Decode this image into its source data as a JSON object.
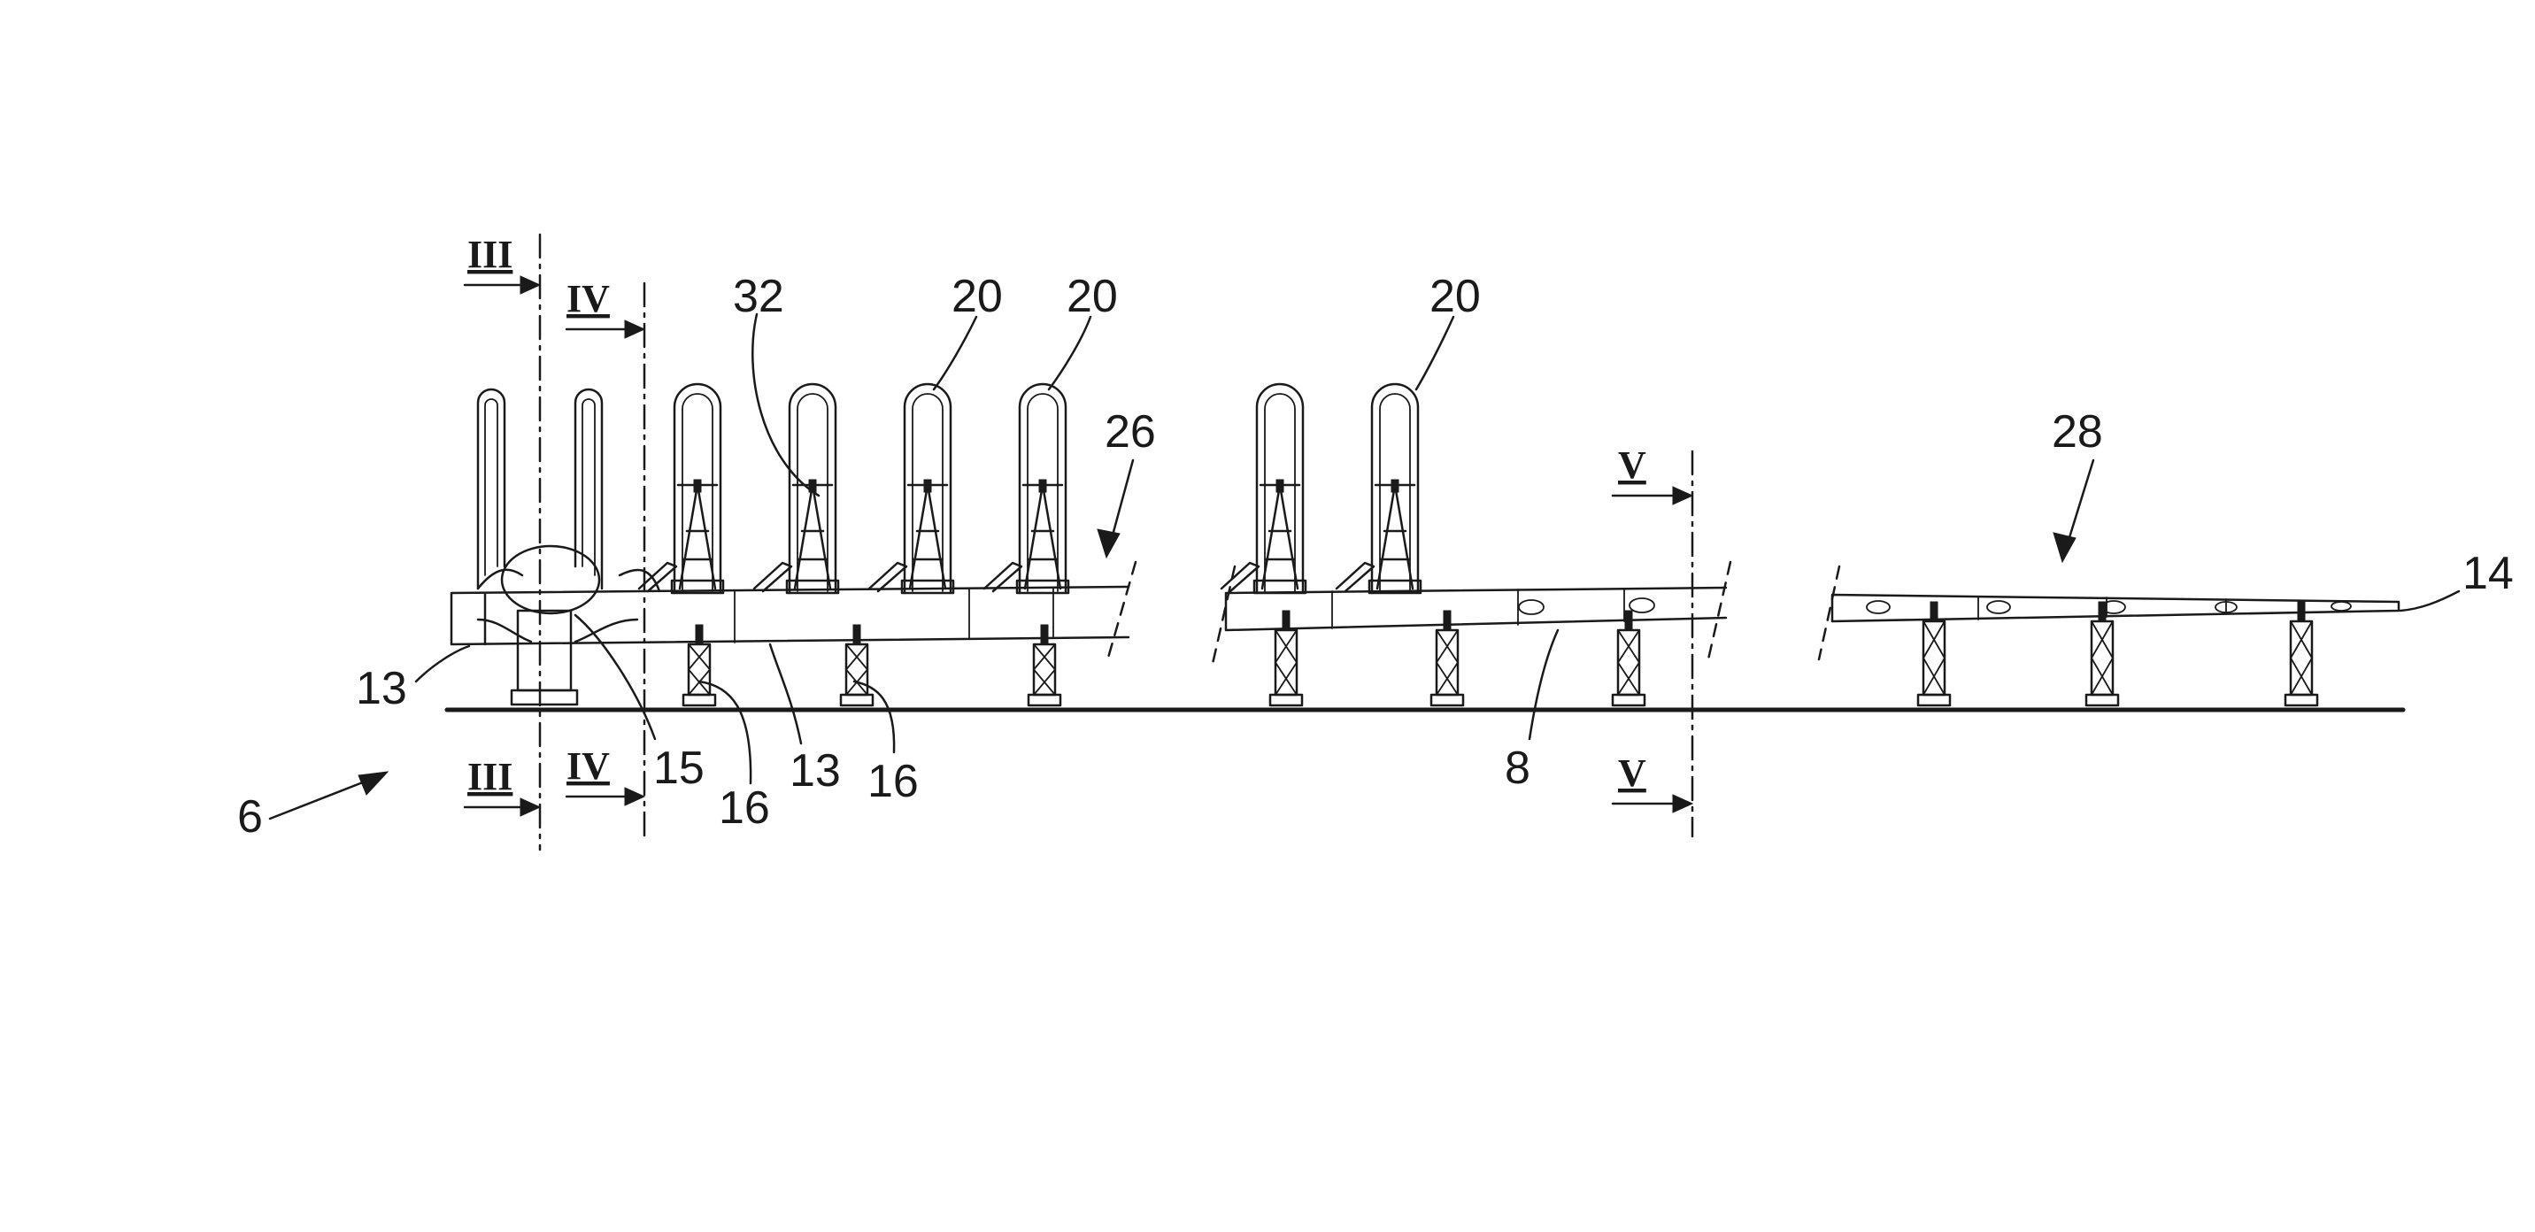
{
  "labels": {
    "l6": "6",
    "l8": "8",
    "l13a": "13",
    "l13b": "13",
    "l14": "14",
    "l15": "15",
    "l16a": "16",
    "l16b": "16",
    "l20a": "20",
    "l20b": "20",
    "l20c": "20",
    "l26": "26",
    "l28": "28",
    "l32": "32"
  },
  "sections": {
    "iii_top": "III",
    "iii_bottom": "III",
    "iv_top": "IV",
    "iv_bottom": "IV",
    "v_top": "V",
    "v_bottom": "V"
  },
  "colors": {
    "ink": "#1a1a1a",
    "paper": "#ffffff"
  }
}
